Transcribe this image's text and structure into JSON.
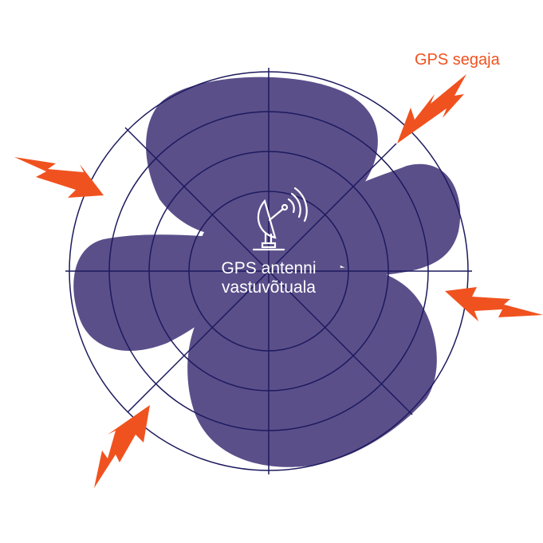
{
  "diagram": {
    "center_label_line1": "GPS antenni",
    "center_label_line2": "vastuvõtuala",
    "jammer_label": "GPS segaja",
    "icons": [
      "satellite-dish-icon",
      "lightning-arrow-icon"
    ],
    "colors": {
      "pattern_fill": "#5b4f8a",
      "grid_line": "#1c1a5e",
      "jammer": "#f0521f",
      "text_on_pattern": "#ffffff"
    }
  }
}
